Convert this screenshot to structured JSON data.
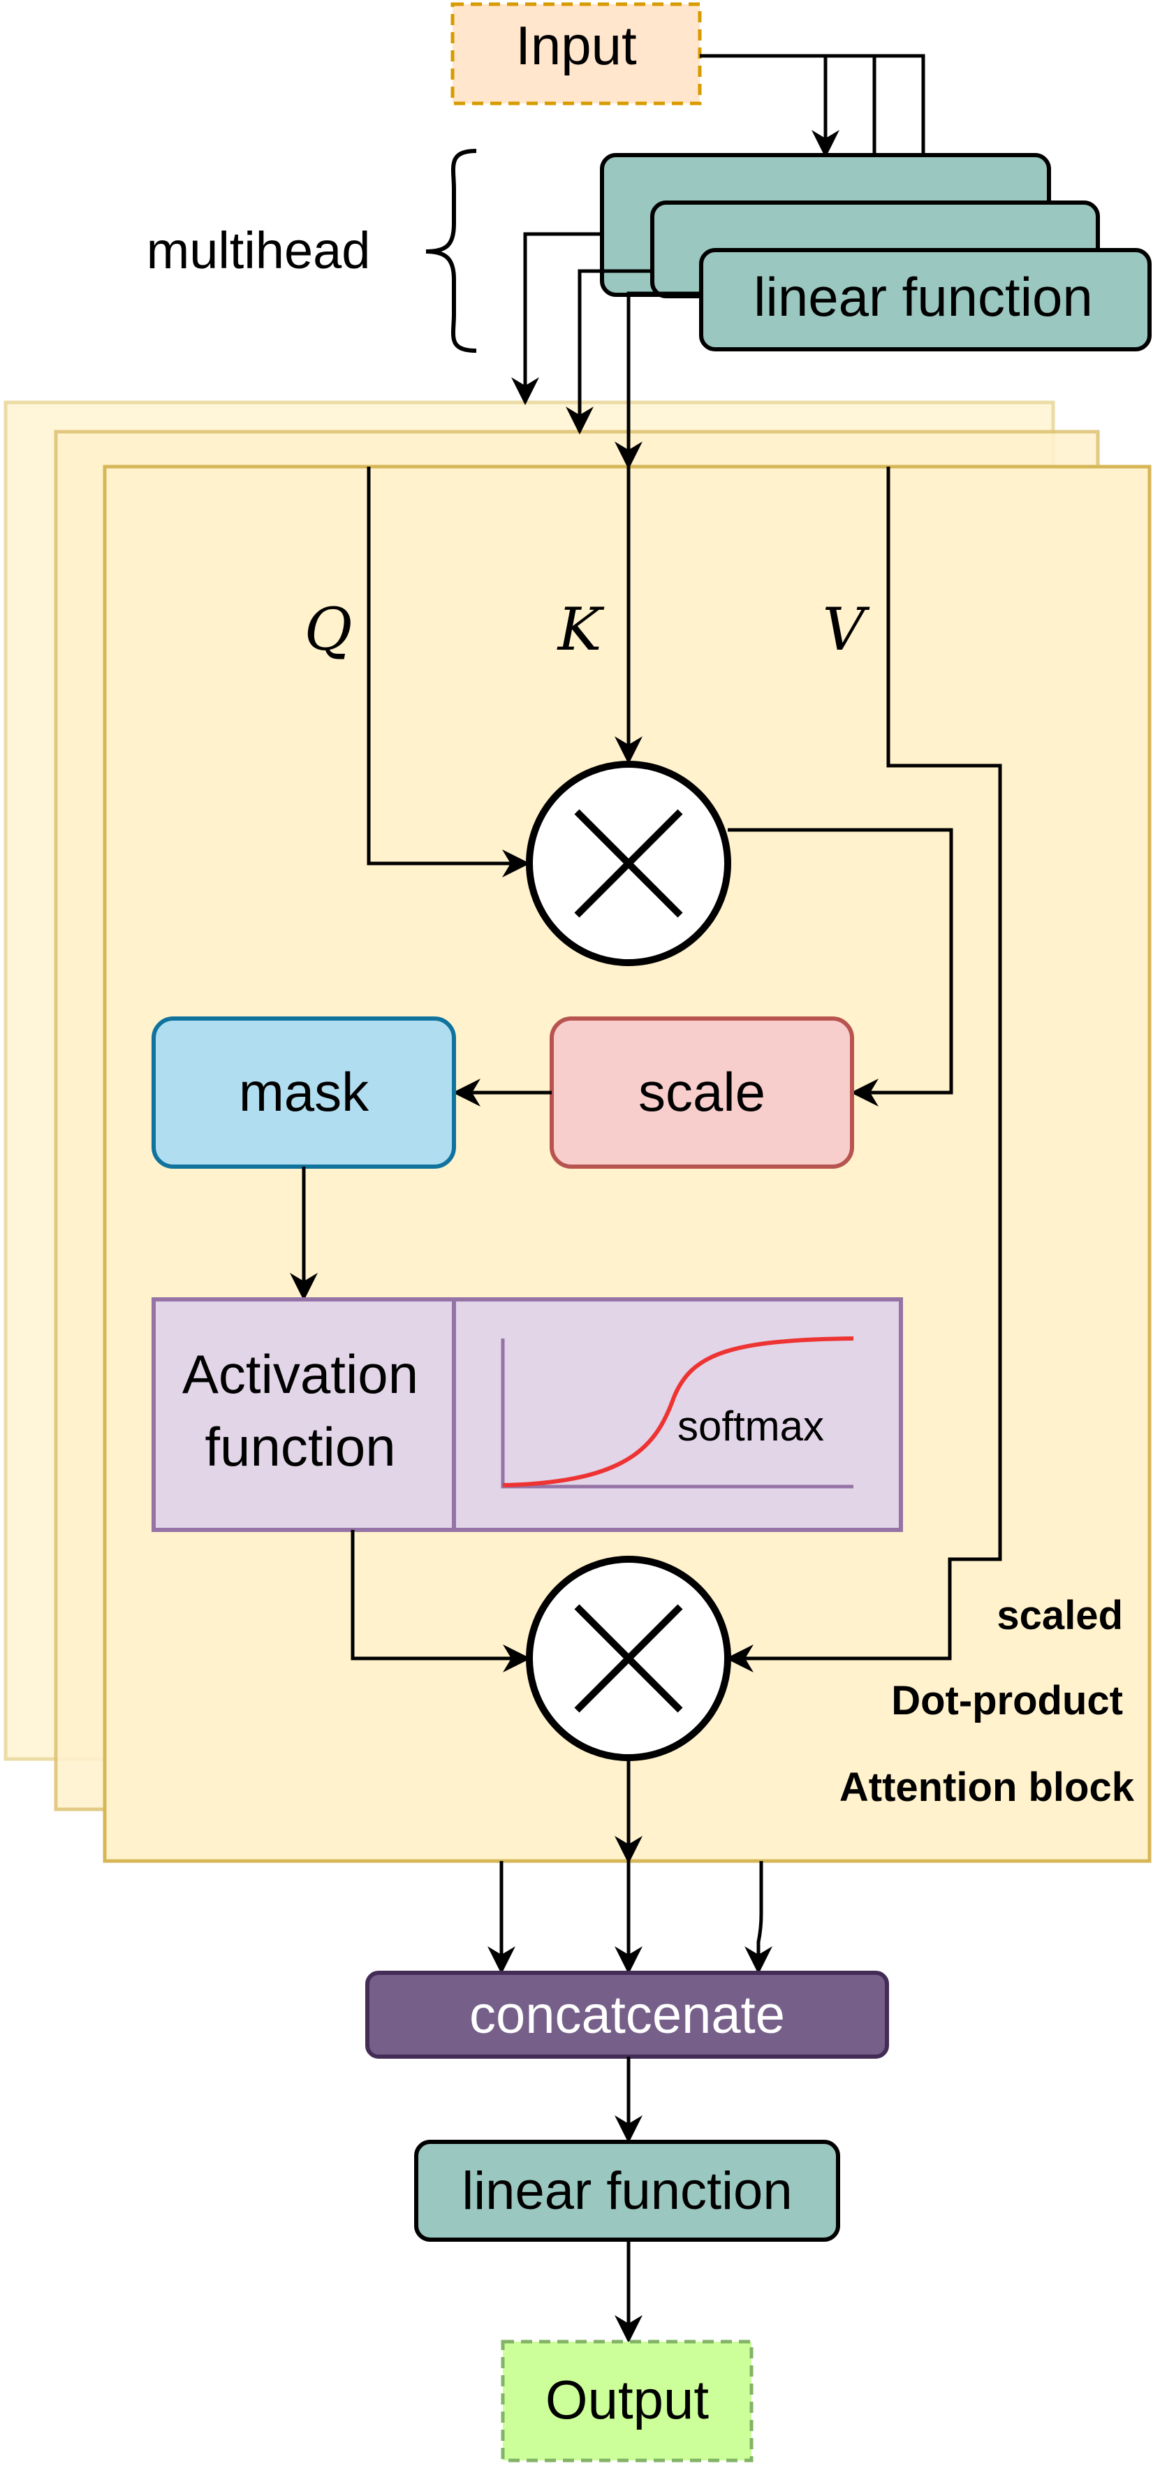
{
  "input_label": "Input",
  "output_label": "Output",
  "multihead_label": "multihead",
  "linear_function_label": "linear function",
  "q_label": "Q",
  "k_label": "K",
  "v_label": "V",
  "scale_label": "scale",
  "mask_label": "mask",
  "activation_label": {
    "line1": "Activation",
    "line2": "function"
  },
  "softmax_label": "softmax",
  "block_label": {
    "line1": "scaled",
    "line2": "Dot-product",
    "line3": "Attention block"
  },
  "concat_label": "concatcenate",
  "output_linear_label": "linear function",
  "colors": {
    "input_fill": "#ffe6cc",
    "input_stroke": "#d79b00",
    "output_fill": "#ccff99",
    "output_stroke": "#82b366",
    "linear_fill": "#9ac7bf",
    "block_fill": "#fff2cc",
    "block_stroke": "#d6b656",
    "scale_fill": "#f8cecc",
    "scale_stroke": "#b85450",
    "mask_fill": "#b1ddf0",
    "mask_stroke": "#10739e",
    "activation_fill": "#e1d5e7",
    "activation_stroke": "#9673a6",
    "concat_fill": "#76608a",
    "concat_stroke": "#432d57",
    "softmax_curve": "#ee3333"
  }
}
